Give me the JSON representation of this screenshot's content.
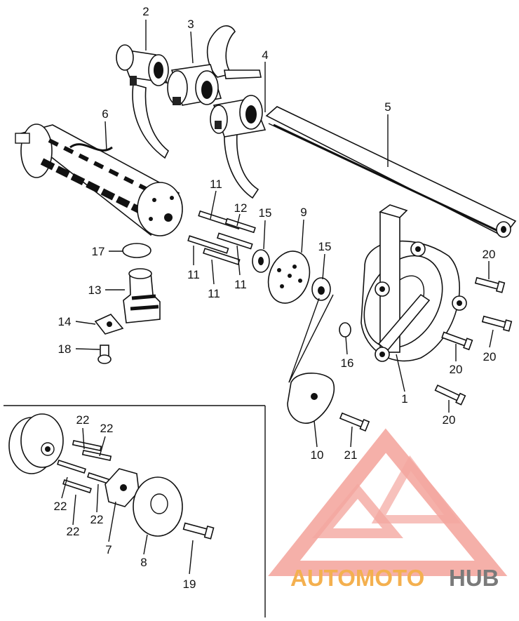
{
  "diagram": {
    "callouts": [
      {
        "id": "c-2",
        "text": "2"
      },
      {
        "id": "c-3",
        "text": "3"
      },
      {
        "id": "c-4",
        "text": "4"
      },
      {
        "id": "c-5",
        "text": "5"
      },
      {
        "id": "c-6",
        "text": "6"
      },
      {
        "id": "c-11a",
        "text": "11"
      },
      {
        "id": "c-12",
        "text": "12"
      },
      {
        "id": "c-15a",
        "text": "15"
      },
      {
        "id": "c-9",
        "text": "9"
      },
      {
        "id": "c-15b",
        "text": "15"
      },
      {
        "id": "c-17",
        "text": "17"
      },
      {
        "id": "c-11b",
        "text": "11"
      },
      {
        "id": "c-11c",
        "text": "11"
      },
      {
        "id": "c-11d",
        "text": "11"
      },
      {
        "id": "c-13",
        "text": "13"
      },
      {
        "id": "c-14",
        "text": "14"
      },
      {
        "id": "c-18",
        "text": "18"
      },
      {
        "id": "c-20a",
        "text": "20"
      },
      {
        "id": "c-20b",
        "text": "20"
      },
      {
        "id": "c-20c",
        "text": "20"
      },
      {
        "id": "c-20d",
        "text": "20"
      },
      {
        "id": "c-16",
        "text": "16"
      },
      {
        "id": "c-1",
        "text": "1"
      },
      {
        "id": "c-10",
        "text": "10"
      },
      {
        "id": "c-21",
        "text": "21"
      },
      {
        "id": "c-22a",
        "text": "22"
      },
      {
        "id": "c-22b",
        "text": "22"
      },
      {
        "id": "c-22c",
        "text": "22"
      },
      {
        "id": "c-22d",
        "text": "22"
      },
      {
        "id": "c-22e",
        "text": "22"
      },
      {
        "id": "c-7",
        "text": "7"
      },
      {
        "id": "c-8",
        "text": "8"
      },
      {
        "id": "c-19",
        "text": "19"
      }
    ]
  },
  "watermark": {
    "brand_part1": "AUTOMOTO",
    "brand_part2": "HUB",
    "color_primary": "#f26b5b",
    "color_secondary": "#f4b04f",
    "color_dark": "#6b6b6b"
  }
}
